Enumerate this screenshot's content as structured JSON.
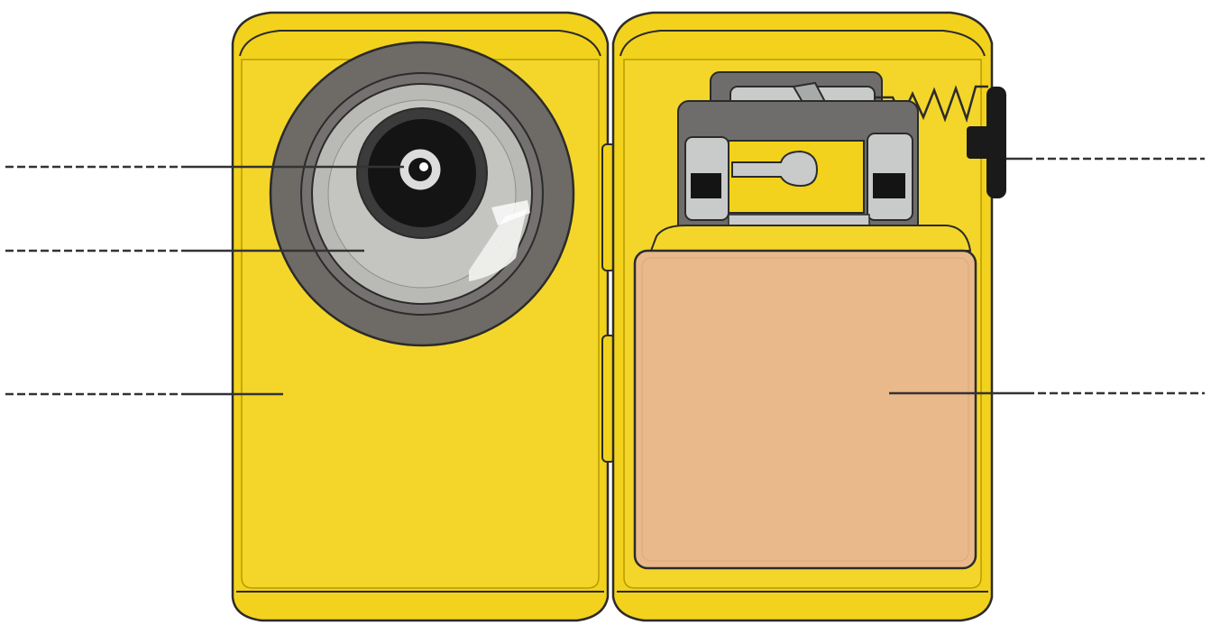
{
  "diagram": {
    "subject": "flashlight-cutaway",
    "colors": {
      "body_yellow": "#f2d21c",
      "body_edge": "#d9b400",
      "outline": "#2b2b2b",
      "reflector_dark": "#6e6a66",
      "reflector_light": "#b9b9b6",
      "lens_black": "#141414",
      "battery": "#e9b98b",
      "mechanism_gray": "#6f6d6c",
      "mechanism_light": "#c9cbcb",
      "leader_line": "#333333"
    },
    "parts": [
      {
        "key": "bulb",
        "label": ""
      },
      {
        "key": "reflector",
        "label": ""
      },
      {
        "key": "case",
        "label": ""
      },
      {
        "key": "switch",
        "label": ""
      },
      {
        "key": "battery",
        "label": ""
      }
    ]
  }
}
